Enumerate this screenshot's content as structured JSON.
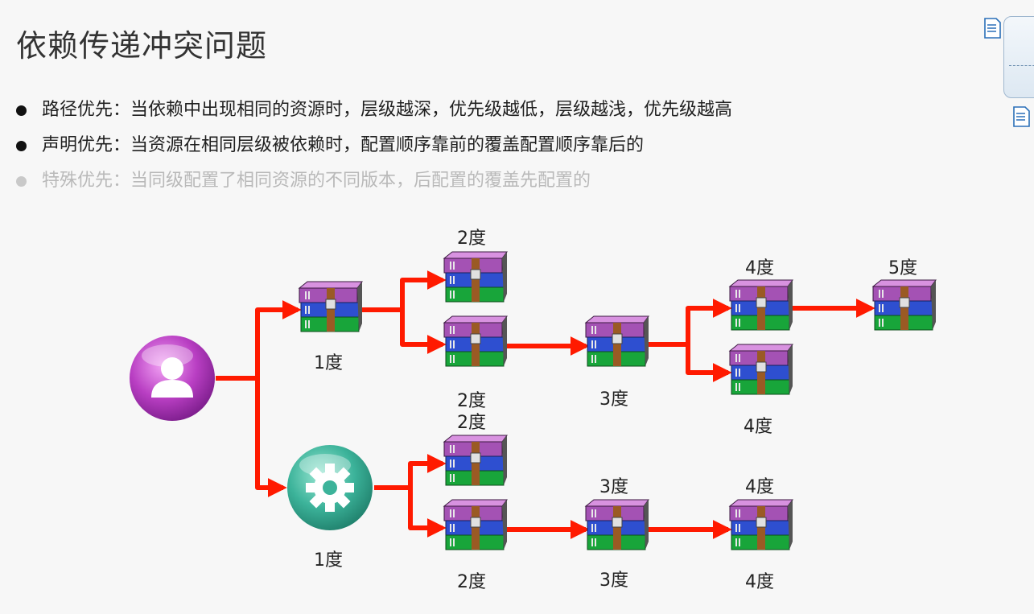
{
  "slide": {
    "title": "依赖传递冲突问题",
    "bullets": [
      {
        "text": "路径优先：当依赖中出现相同的资源时，层级越深，优先级越低，层级越浅，优先级越高",
        "dim": false
      },
      {
        "text": "声明优先：当资源在相同层级被依赖时，配置顺序靠前的覆盖配置顺序靠后的",
        "dim": false
      },
      {
        "text": "特殊优先：当同级配置了相同资源的不同版本，后配置的覆盖先配置的",
        "dim": true
      }
    ]
  },
  "diagram": {
    "nodes": [
      {
        "id": "user",
        "kind": "user-icon",
        "label": ""
      },
      {
        "id": "top-1",
        "kind": "package-icon",
        "label": "1度"
      },
      {
        "id": "top-2a",
        "kind": "package-icon",
        "label": "2度"
      },
      {
        "id": "top-2b",
        "kind": "package-icon",
        "label": "2度"
      },
      {
        "id": "top-3",
        "kind": "package-icon",
        "label": "3度"
      },
      {
        "id": "top-4a",
        "kind": "package-icon",
        "label": "4度"
      },
      {
        "id": "top-4b",
        "kind": "package-icon",
        "label": "4度"
      },
      {
        "id": "top-5",
        "kind": "package-icon",
        "label": "5度"
      },
      {
        "id": "gear",
        "kind": "gear-icon",
        "label": "1度"
      },
      {
        "id": "bot-2a",
        "kind": "package-icon",
        "label": "2度"
      },
      {
        "id": "bot-2b",
        "kind": "package-icon",
        "label": "2度"
      },
      {
        "id": "bot-3",
        "kind": "package-icon",
        "label": "3度"
      },
      {
        "id": "bot-4",
        "kind": "package-icon",
        "label": "4度"
      }
    ],
    "edges": [
      [
        "user",
        "top-1"
      ],
      [
        "user",
        "gear"
      ],
      [
        "top-1",
        "top-2a"
      ],
      [
        "top-1",
        "top-2b"
      ],
      [
        "top-2b",
        "top-3"
      ],
      [
        "top-3",
        "top-4a"
      ],
      [
        "top-3",
        "top-4b"
      ],
      [
        "top-4a",
        "top-5"
      ],
      [
        "gear",
        "bot-2a"
      ],
      [
        "gear",
        "bot-2b"
      ],
      [
        "bot-2b",
        "bot-3"
      ],
      [
        "bot-3",
        "bot-4"
      ]
    ],
    "colors": {
      "arrow": "#ff1a00",
      "user": "#c040c8",
      "gear": "#3cb39a"
    }
  }
}
